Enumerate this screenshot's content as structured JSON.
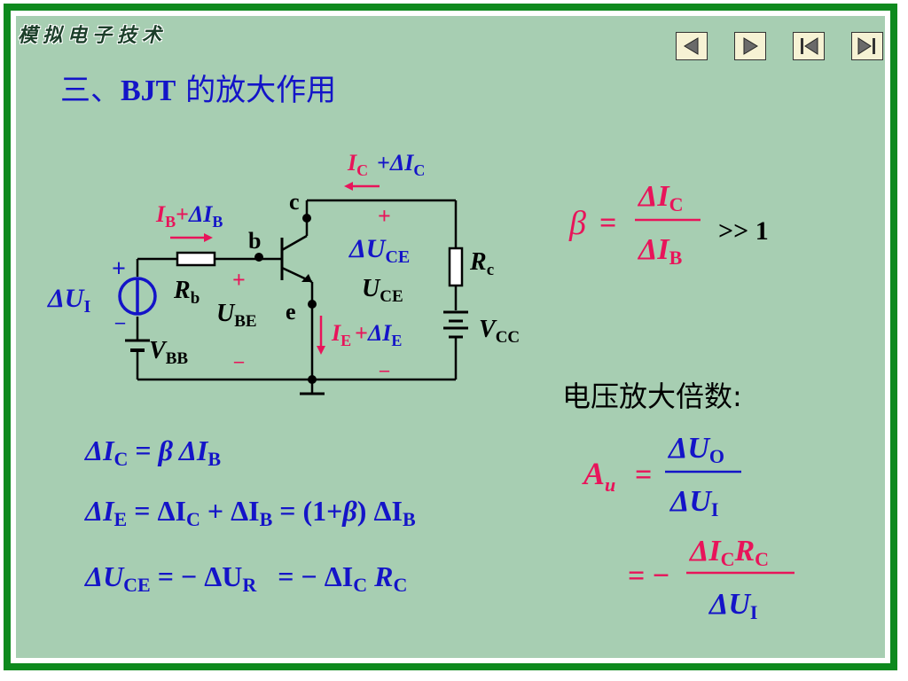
{
  "logo": {
    "text": "模拟电子技术"
  },
  "heading": {
    "prefix": "三、",
    "bjt": "BJT",
    "suffix": " 的放大作用"
  },
  "nav": [
    {
      "name": "previous",
      "icon": "triangle-left-icon"
    },
    {
      "name": "next",
      "icon": "triangle-right-icon"
    },
    {
      "name": "first",
      "icon": "skip-first-icon"
    },
    {
      "name": "last",
      "icon": "skip-last-icon"
    }
  ],
  "colors": {
    "frame": "#0e8a1e",
    "panel": "#a7ceb2",
    "blue": "#1414c8",
    "magenta": "#e8145a",
    "black": "#000000"
  },
  "circuit": {
    "ic_label": "I",
    "ic_sub": "C",
    "ic_plus": "+",
    "ic_delta": "ΔI",
    "ic_delta_sub": "C",
    "ib_label": "I",
    "ib_sub": "B",
    "ib_plus": "+",
    "ib_delta": "ΔI",
    "ib_delta_sub": "B",
    "ie_label": "I",
    "ie_sub": "E",
    "ie_plus": "+",
    "ie_delta": "ΔI",
    "ie_delta_sub": "E",
    "node_c": "c",
    "node_b": "b",
    "node_e": "e",
    "duce": "ΔU",
    "duce_sub": "CE",
    "uce": "U",
    "uce_sub": "CE",
    "ube": "U",
    "ube_sub": "BE",
    "rb": "R",
    "rb_sub": "b",
    "rc": "R",
    "rc_sub": "c",
    "vcc": "V",
    "vcc_sub": "CC",
    "vbb": "V",
    "vbb_sub": "BB",
    "dui": "ΔU",
    "dui_sub": "I",
    "plus": "+",
    "minus": "–"
  },
  "beta_eq": {
    "beta": "β",
    "equals": "=",
    "num": "ΔI",
    "num_sub": "C",
    "den": "ΔI",
    "den_sub": "B",
    "gg": ">> 1"
  },
  "equations": {
    "eq1": {
      "lhs": "ΔI",
      "lhs_sub": "C",
      "mid": " = ",
      "beta": "β",
      "rhs": " ΔI",
      "rhs_sub": "B"
    },
    "eq2": {
      "lhs": "ΔI",
      "lhs_sub": "E",
      "a": " = ΔI",
      "a_sub": "C",
      "b": " + ΔI",
      "b_sub": "B",
      "c": " = (1+",
      "beta": "β",
      "d": ") ΔI",
      "d_sub": "B"
    },
    "eq3": {
      "lhs": "ΔU",
      "lhs_sub": "CE",
      "a": " = − ΔU",
      "a_sub": "R",
      "b": "   = − ΔI",
      "b_sub": "C",
      "c": " R",
      "c_sub": "C"
    }
  },
  "gain": {
    "label": "电压放大倍数:",
    "au": "A",
    "au_sub": "u",
    "equals": "=",
    "num1": "ΔU",
    "num1_sub": "O",
    "den1": "ΔU",
    "den1_sub": "I",
    "eq2": "= −",
    "num2": "ΔI",
    "num2_sub": "C",
    "num2b": "R",
    "num2b_sub": "C",
    "den2": "ΔU",
    "den2_sub": "I"
  }
}
